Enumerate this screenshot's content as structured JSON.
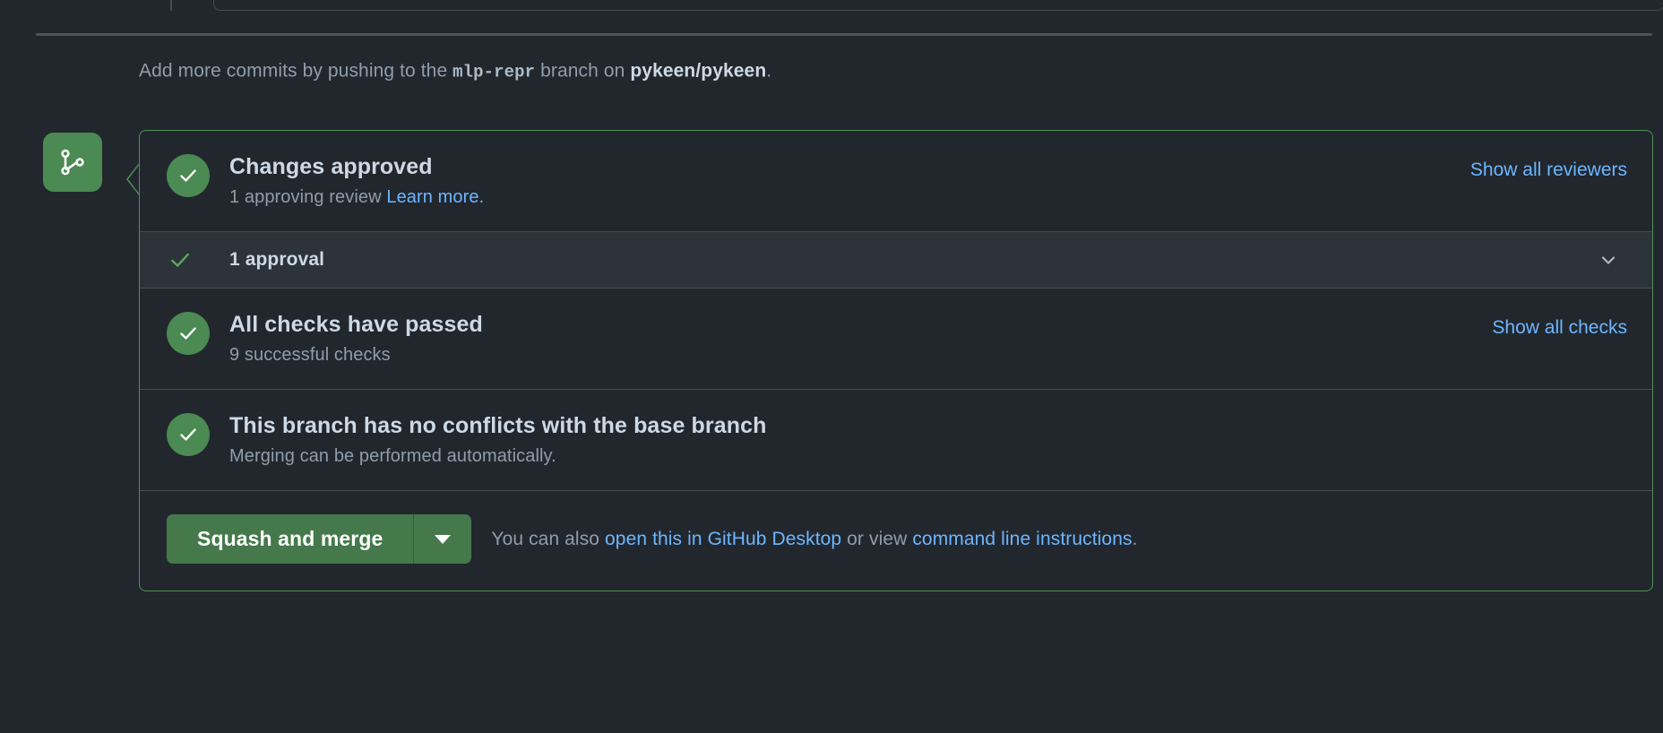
{
  "push_hint": {
    "prefix": "Add more commits by pushing to the",
    "branch": "mlp-repr",
    "middle": "branch on",
    "repo": "pykeen/pykeen",
    "suffix": "."
  },
  "merge_badge": {
    "icon": "git-merge-icon"
  },
  "sections": [
    {
      "id": "changes-approved",
      "icon": "check-circle-icon",
      "title": "Changes approved",
      "sub_text": "1 approving review",
      "sub_link": "Learn more.",
      "action": "Show all reviewers"
    },
    {
      "id": "checks-passed",
      "icon": "check-circle-icon",
      "title": "All checks have passed",
      "sub_text": "9 successful checks",
      "sub_link": "",
      "action": "Show all checks"
    },
    {
      "id": "no-conflicts",
      "icon": "check-circle-icon",
      "title": "This branch has no conflicts with the base branch",
      "sub_text": "Merging can be performed automatically.",
      "sub_link": "",
      "action": ""
    }
  ],
  "approval_row": {
    "icon": "check-icon",
    "label": "1 approval",
    "expand_icon": "chevron-down-icon"
  },
  "merge_footer": {
    "button_label": "Squash and merge",
    "dropdown_icon": "triangle-down-icon",
    "hint_prefix": "You can also",
    "hint_link_1": "open this in GitHub Desktop",
    "hint_middle": "or view",
    "hint_link_2": "command line instructions",
    "hint_suffix": "."
  },
  "colors": {
    "page_bg": "#22272e",
    "border": "#444c56",
    "merge_green": "#4f9153",
    "badge_green": "#4b8a53",
    "button_green": "#45794b",
    "link_blue": "#6cb6ff",
    "text_primary": "#cdd9e5",
    "text_muted": "#909dab",
    "row_bg": "#2d333b"
  }
}
